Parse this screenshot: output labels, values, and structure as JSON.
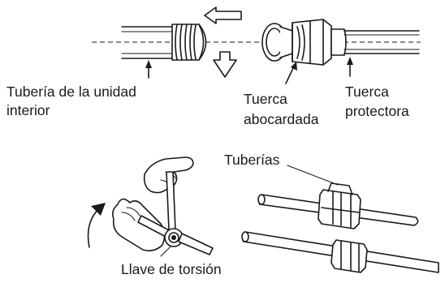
{
  "labels": {
    "indoor_pipe_line1": "Tubería de la unidad",
    "indoor_pipe_line2": "interior",
    "flare_nut_line1": "Tuerca",
    "flare_nut_line2": "abocardada",
    "protective_nut_line1": "Tuerca",
    "protective_nut_line2": "protectora",
    "pipes": "Tuberías",
    "torque_wrench": "Llave de torsión"
  }
}
